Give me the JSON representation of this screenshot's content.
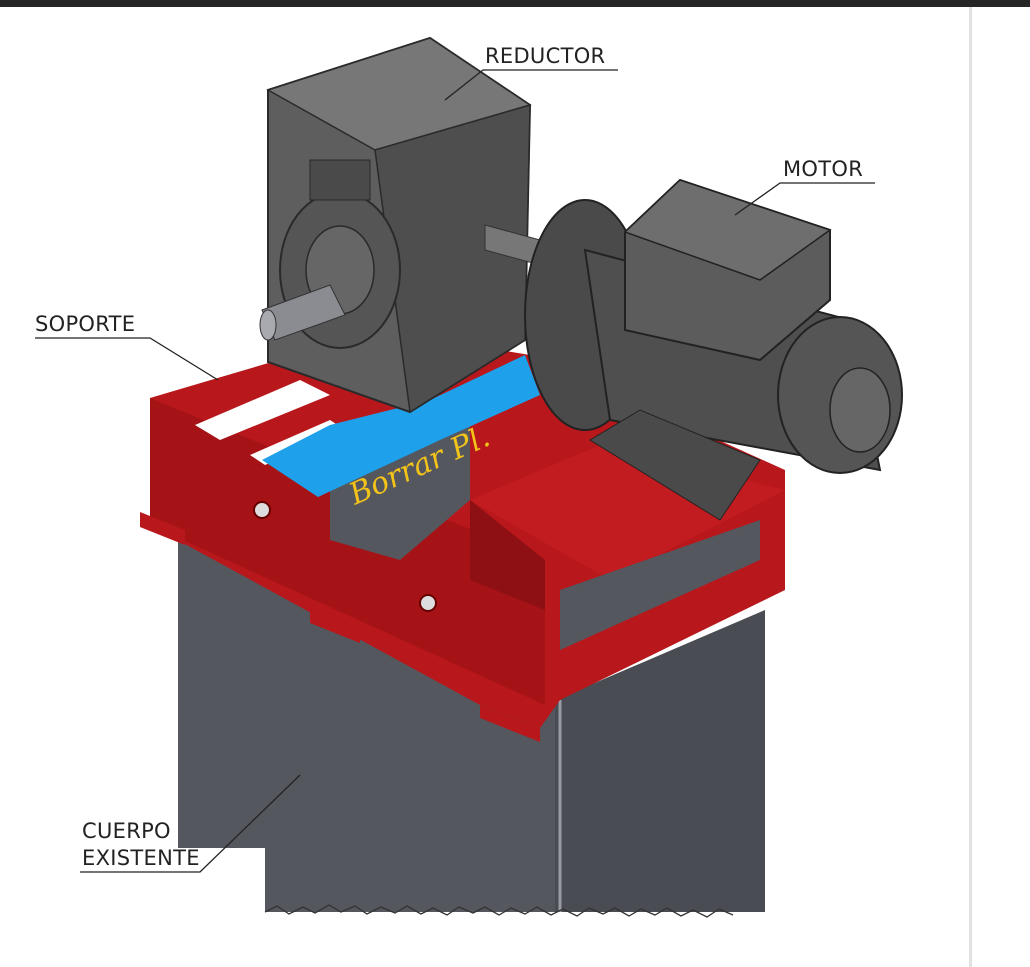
{
  "labels": {
    "reductor": "REDUCTOR",
    "motor": "MOTOR",
    "soporte": "SOPORTE",
    "cuerpo_line1": "CUERPO",
    "cuerpo_line2": "EXISTENTE"
  },
  "annotation": "Borrar Pl.",
  "colors": {
    "frame_red": "#b8171b",
    "highlight_blue": "#1ea0ea",
    "body_gray": "#55575e",
    "machine_gray": "#5a5a5a",
    "annotation_yellow": "#f3c31a"
  }
}
